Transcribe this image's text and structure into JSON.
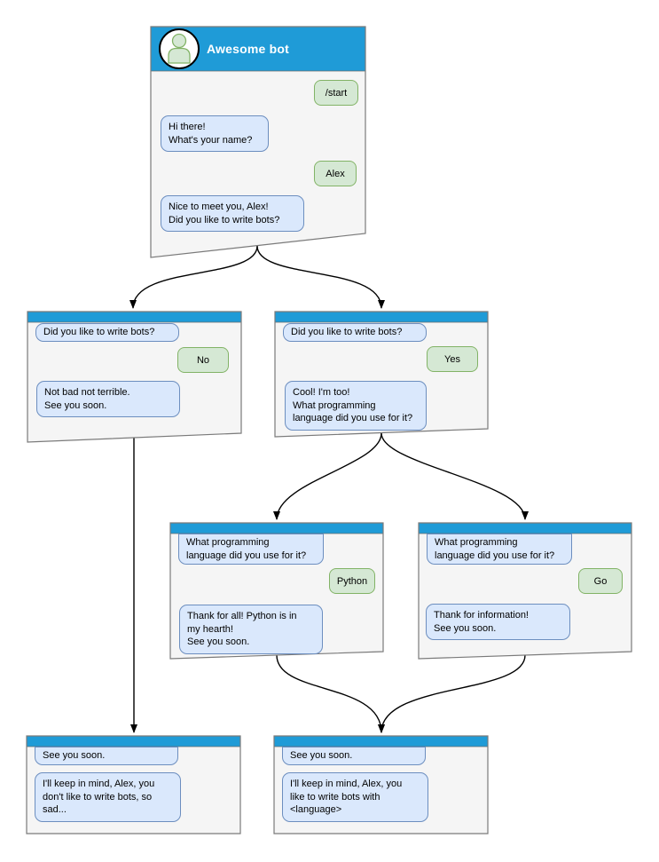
{
  "main_window": {
    "title": "Awesome bot",
    "avatar_icon": "bot-person-icon",
    "user_command": "/start",
    "bot_greeting": "Hi there!\nWhat's your name?",
    "user_name": "Alex",
    "bot_meet": "Nice to meet you, Alex!\nDid you like to write bots?"
  },
  "no_window": {
    "bot_question": "Did you like to write bots?",
    "user_answer": "No",
    "bot_reply": "Not bad not terrible.\nSee you soon."
  },
  "yes_window": {
    "bot_question": "Did you like to write bots?",
    "user_answer": "Yes",
    "bot_reply": "Cool! I'm too!\nWhat programming\nlanguage did you use for it?"
  },
  "python_window": {
    "bot_question": "What programming\nlanguage did you use for it?",
    "user_answer": "Python",
    "bot_reply": "Thank for all! Python is in\nmy hearth!\nSee you soon."
  },
  "go_window": {
    "bot_question": "What programming\nlanguage did you use for it?",
    "user_answer": "Go",
    "bot_reply": "Thank for information!\nSee you soon."
  },
  "end_no_window": {
    "bot_question": "See you soon.",
    "bot_reply": "I'll keep in mind, Alex, you\ndon't like to write bots, so\nsad..."
  },
  "end_yes_window": {
    "bot_question": "See you soon.",
    "bot_reply": "I'll keep in mind, Alex, you\nlike to write bots with\n<language>"
  },
  "colors": {
    "header_blue": "#1f9bd7",
    "window_fill": "#f5f5f5",
    "window_border": "#7a7a7a",
    "bot_bubble_fill": "#dae8fc",
    "bot_bubble_border": "#6c8ebf",
    "user_bubble_fill": "#d5e8d4",
    "user_bubble_border": "#82b366",
    "connector": "#000000"
  }
}
